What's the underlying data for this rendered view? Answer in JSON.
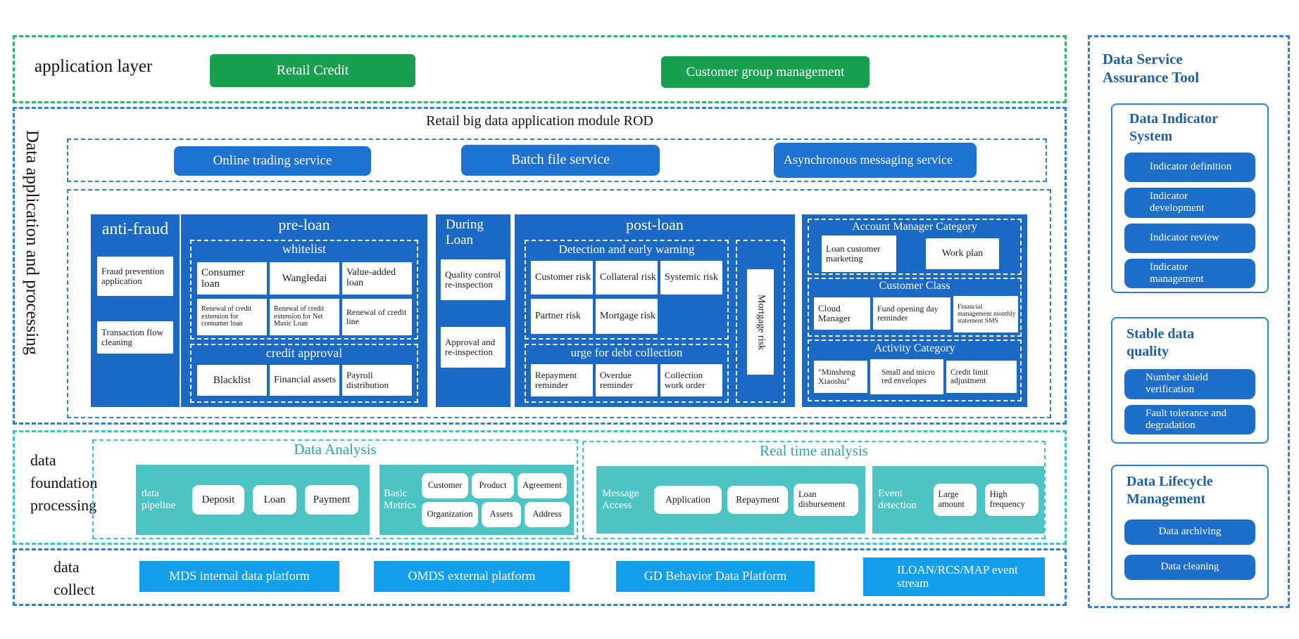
{
  "app_layer": {
    "label": "application layer",
    "retail_credit": "Retail Credit",
    "customer_group": "Customer group management"
  },
  "data_app": {
    "side_label": "Data application and processing",
    "title": "Retail big data application module ROD",
    "services": [
      "Online trading service",
      "Batch file service",
      "Asynchronous messaging service"
    ],
    "anti_fraud": {
      "title": "anti-fraud",
      "items": [
        "Fraud prevention application",
        "Transaction flow cleaning"
      ]
    },
    "pre_loan": {
      "title": "pre-loan",
      "whitelist": {
        "title": "whitelist",
        "row1": [
          "Consumer loan",
          "Wangledai",
          "Value-added loan"
        ],
        "row2": [
          "Renewal of credit extension for consumer loan",
          "Renewal of credit extension for Net Music Loan",
          "Renewal of credit line"
        ]
      },
      "credit_approval": {
        "title": "credit approval",
        "items": [
          "Blacklist",
          "Financial assets",
          "Payroll distribution"
        ]
      }
    },
    "during_loan": {
      "title": "During Loan",
      "items": [
        "Quality control re-inspection",
        "Approval and re-inspection"
      ]
    },
    "post_loan": {
      "title": "post-loan",
      "detection": {
        "title": "Detection and early warning",
        "row1": [
          "Customer risk",
          "Collateral risk",
          "Systemic risk"
        ],
        "row2": [
          "Partner risk",
          "Mortgage risk"
        ]
      },
      "urge": {
        "title": "urge for debt collection",
        "items": [
          "Repayment reminder",
          "Overdue reminder",
          "Collection work order"
        ]
      },
      "mortgage_label": "Mortgage risk"
    },
    "account_manager": {
      "sections": [
        {
          "title": "Account Manager Category",
          "items": [
            "Loan customer marketing",
            "Work plan"
          ]
        },
        {
          "title": "Customer Class",
          "items": [
            "Cloud Manager",
            "Fund opening day reminder",
            "Financial management monthly statement SMS"
          ]
        },
        {
          "title": "Activity Category",
          "items": [
            "\"Minsheng Xiaoshu\"",
            "Small and micro red envelopes",
            "Credit limit adjustment"
          ]
        }
      ]
    }
  },
  "foundation": {
    "label": "data foundation processing",
    "data_analysis": {
      "title": "Data Analysis",
      "pipeline": {
        "label": "data pipeline",
        "buttons": [
          "Deposit",
          "Loan",
          "Payment"
        ]
      },
      "basic": {
        "label": "Basic Metrics",
        "row1": [
          "Customer",
          "Product",
          "Agreement"
        ],
        "row2": [
          "Organization",
          "Assets",
          "Address"
        ]
      }
    },
    "real_time": {
      "title": "Real time analysis",
      "message": {
        "label": "Message Access",
        "buttons": [
          "Application",
          "Repayment",
          "Loan disbursement"
        ]
      },
      "event": {
        "label": "Event detection",
        "buttons": [
          "Large amount",
          "High frequency"
        ]
      }
    }
  },
  "collect": {
    "label": "data collect",
    "platforms": [
      "MDS internal data platform",
      "OMDS external platform",
      "GD Behavior Data Platform",
      "ILOAN/RCS/MAP event stream"
    ]
  },
  "sidebar": {
    "title": "Data Service Assurance Tool",
    "groups": [
      {
        "title": "Data Indicator System",
        "buttons": [
          "Indicator definition",
          "Indicator development",
          "Indicator review",
          "Indicator management"
        ]
      },
      {
        "title": "Stable data quality",
        "buttons": [
          "Number shield verification",
          "Fault tolerance and degradation"
        ]
      },
      {
        "title": "Data Lifecycle Management",
        "buttons": [
          "Data archiving",
          "Data cleaning"
        ]
      }
    ]
  },
  "colors": {
    "green": "#18a04e",
    "green_border": "#2fb567",
    "deep_blue": "#1b69c4",
    "blue_border": "#2d7fd9",
    "azure": "#149fec",
    "teal": "#4cc4c4",
    "teal_border": "#3cc2ca",
    "teal_text": "#2aa3ab",
    "sidebar_text": "#1d5fa8"
  }
}
